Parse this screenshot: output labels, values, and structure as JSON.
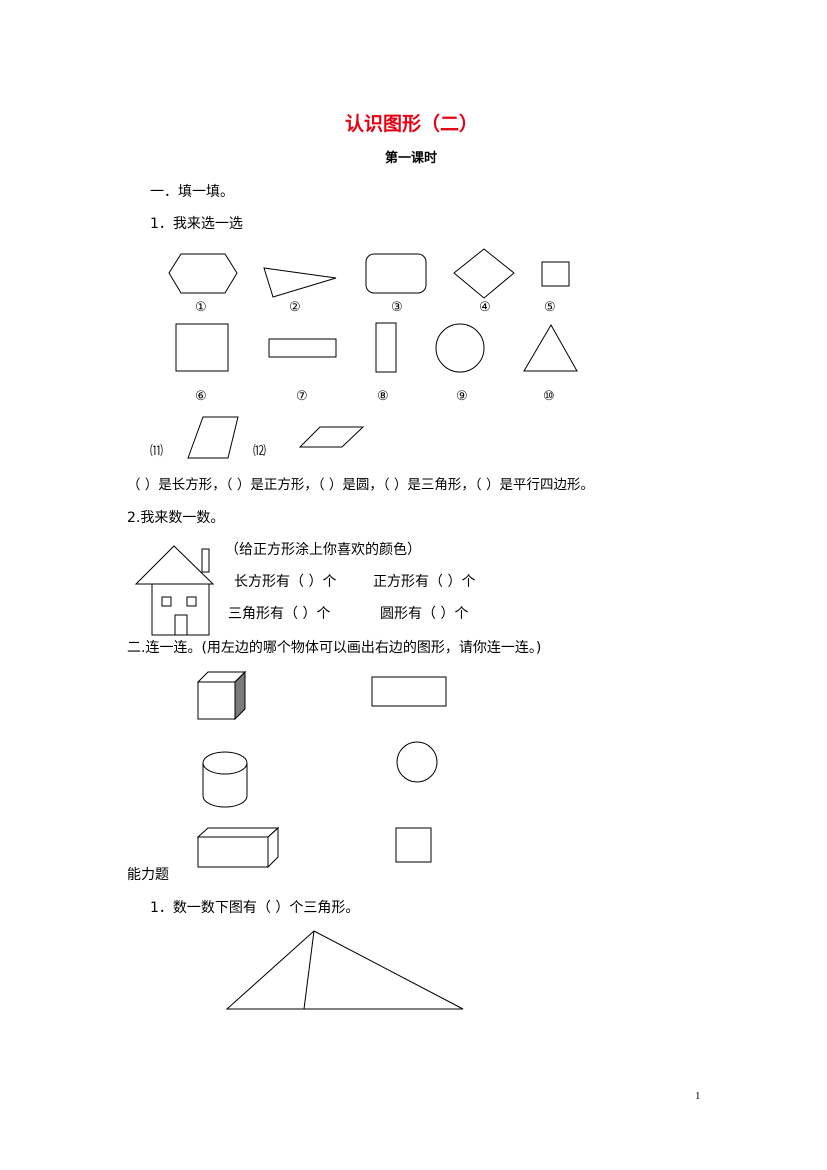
{
  "title": "认识图形（二）",
  "subtitle": "第一课时",
  "section1": {
    "heading": "一．填一填。",
    "q1": {
      "label": "1．我来选一选",
      "shape_labels": [
        "①",
        "②",
        "③",
        "④",
        "⑤",
        "⑥",
        "⑦",
        "⑧",
        "⑨",
        "⑩",
        "⑾",
        "⑿"
      ],
      "answer_line": {
        "p1": "（      ）是长方形，（      ）是正方形，（      ）是圆，（      ）是三角形，（      ）是平行四边形。"
      }
    },
    "q2": {
      "label": "2.我来数一数。",
      "note": "（给正方形涂上你喜欢的颜色）",
      "rect_count": "长方形有（      ）个",
      "square_count": "正方形有（    ）个",
      "triangle_count": "三角形有（      ）个",
      "circle_count": "圆形有（    ）个"
    }
  },
  "section2": {
    "heading": "二.连一连。(用左边的哪个物体可以画出右边的图形，请你连一连。)"
  },
  "ability": {
    "heading": "能力题",
    "q1": "1．数一数下图有（          ）个三角形。"
  },
  "page_number": "1"
}
